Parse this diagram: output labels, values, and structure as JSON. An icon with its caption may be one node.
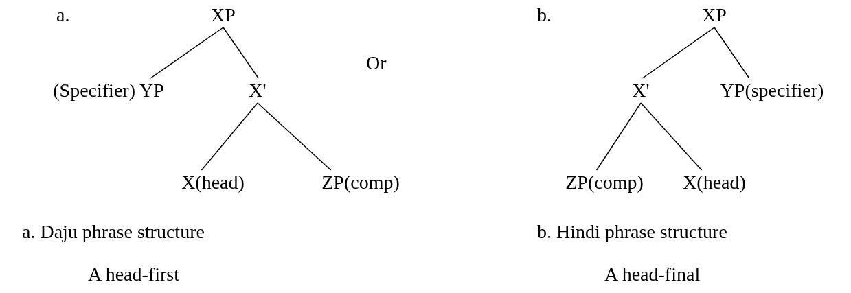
{
  "diagram": {
    "nodes": [
      {
        "text": [
          "XP"
        ]
      },
      {
        "text": [
          "(Specifier) YP"
        ]
      },
      {
        "text": [
          "X'"
        ]
      },
      {
        "text": [
          "X(head)"
        ]
      },
      {
        "text": [
          "ZP(comp)"
        ]
      },
      {
        "text": [
          "XP"
        ]
      },
      {
        "text": [
          "X'"
        ]
      },
      {
        "text": [
          "YP(specifier)"
        ]
      },
      {
        "text": [
          "ZP(comp)"
        ]
      },
      {
        "text": [
          "X(head)"
        ]
      }
    ],
    "edges": [
      {
        "from": 0,
        "to": 1,
        "arrow": "none"
      },
      {
        "from": 0,
        "to": 2,
        "arrow": "none"
      },
      {
        "from": 2,
        "to": 3,
        "arrow": "none"
      },
      {
        "from": 2,
        "to": 4,
        "arrow": "none"
      },
      {
        "from": 5,
        "to": 6,
        "arrow": "none"
      },
      {
        "from": 5,
        "to": 7,
        "arrow": "none"
      },
      {
        "from": 6,
        "to": 8,
        "arrow": "none"
      },
      {
        "from": 6,
        "to": 9,
        "arrow": "none"
      }
    ],
    "labels": [
      "a.",
      "b.",
      "Or",
      "a. Daju phrase structure",
      "b. Hindi phrase structure",
      "A head-first",
      "A head-final"
    ]
  }
}
